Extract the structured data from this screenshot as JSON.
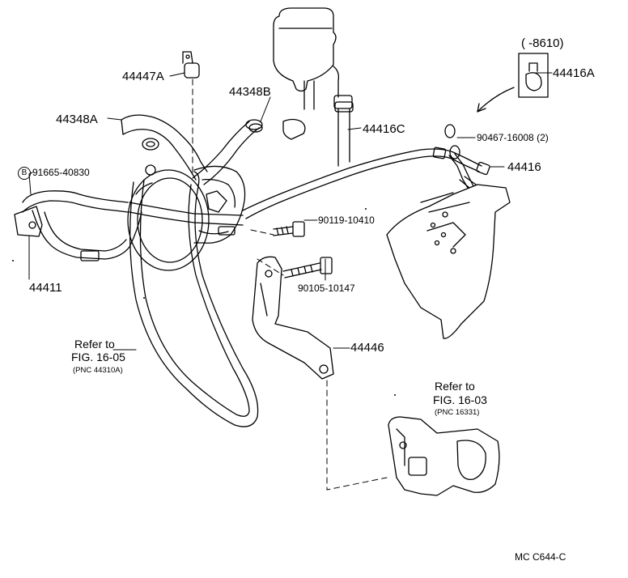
{
  "parts": {
    "p44447a": "44447A",
    "p44348b": "44348B",
    "p44348a": "44348A",
    "p44416c": "44416C",
    "p44416a": "44416A",
    "p90467": "90467-16008 (2)",
    "p44416": "44416",
    "p91665": "91665-40830",
    "p90119": "90119-10410",
    "p90105": "90105-10147",
    "p44411": "44411",
    "p44446": "44446"
  },
  "date_range": "(      -8610)",
  "refs": {
    "belt": {
      "line1": "Refer to",
      "line2": "FIG. 16-05",
      "line3": "(PNC 44310A)"
    },
    "bracket": {
      "line1": "Refer to",
      "line2": "FIG. 16-03",
      "line3": "(PNC 16331)"
    }
  },
  "marker_b": "B",
  "footer": "MC  C644-C"
}
